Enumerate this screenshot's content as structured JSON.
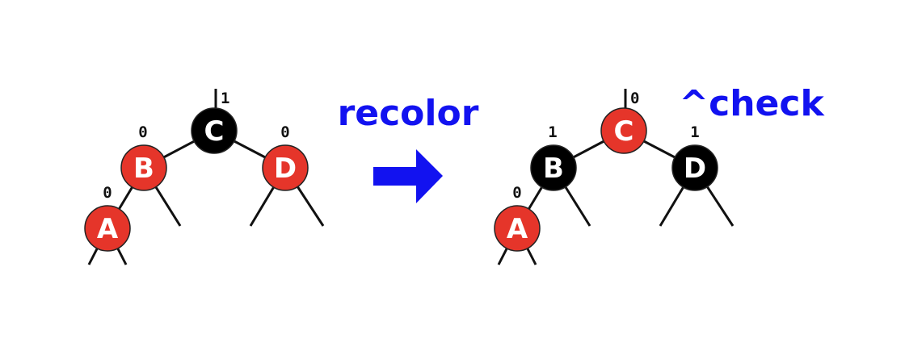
{
  "colors": {
    "red": "#e5352a",
    "black": "#000000",
    "edge": "#111111",
    "accent": "#1212f0"
  },
  "step_label": "recolor",
  "note_label": "^check",
  "arrow_icon": "right-arrow",
  "before": {
    "top_count": "1",
    "nodes": [
      {
        "key": "C",
        "color": "black",
        "count": "1"
      },
      {
        "key": "B",
        "color": "red",
        "count": "0"
      },
      {
        "key": "D",
        "color": "red",
        "count": "0"
      },
      {
        "key": "A",
        "color": "red",
        "count": "0"
      }
    ]
  },
  "after": {
    "top_count": "0",
    "nodes": [
      {
        "key": "C",
        "color": "red",
        "count": "0"
      },
      {
        "key": "B",
        "color": "black",
        "count": "1"
      },
      {
        "key": "D",
        "color": "black",
        "count": "1"
      },
      {
        "key": "A",
        "color": "red",
        "count": "0"
      }
    ]
  }
}
